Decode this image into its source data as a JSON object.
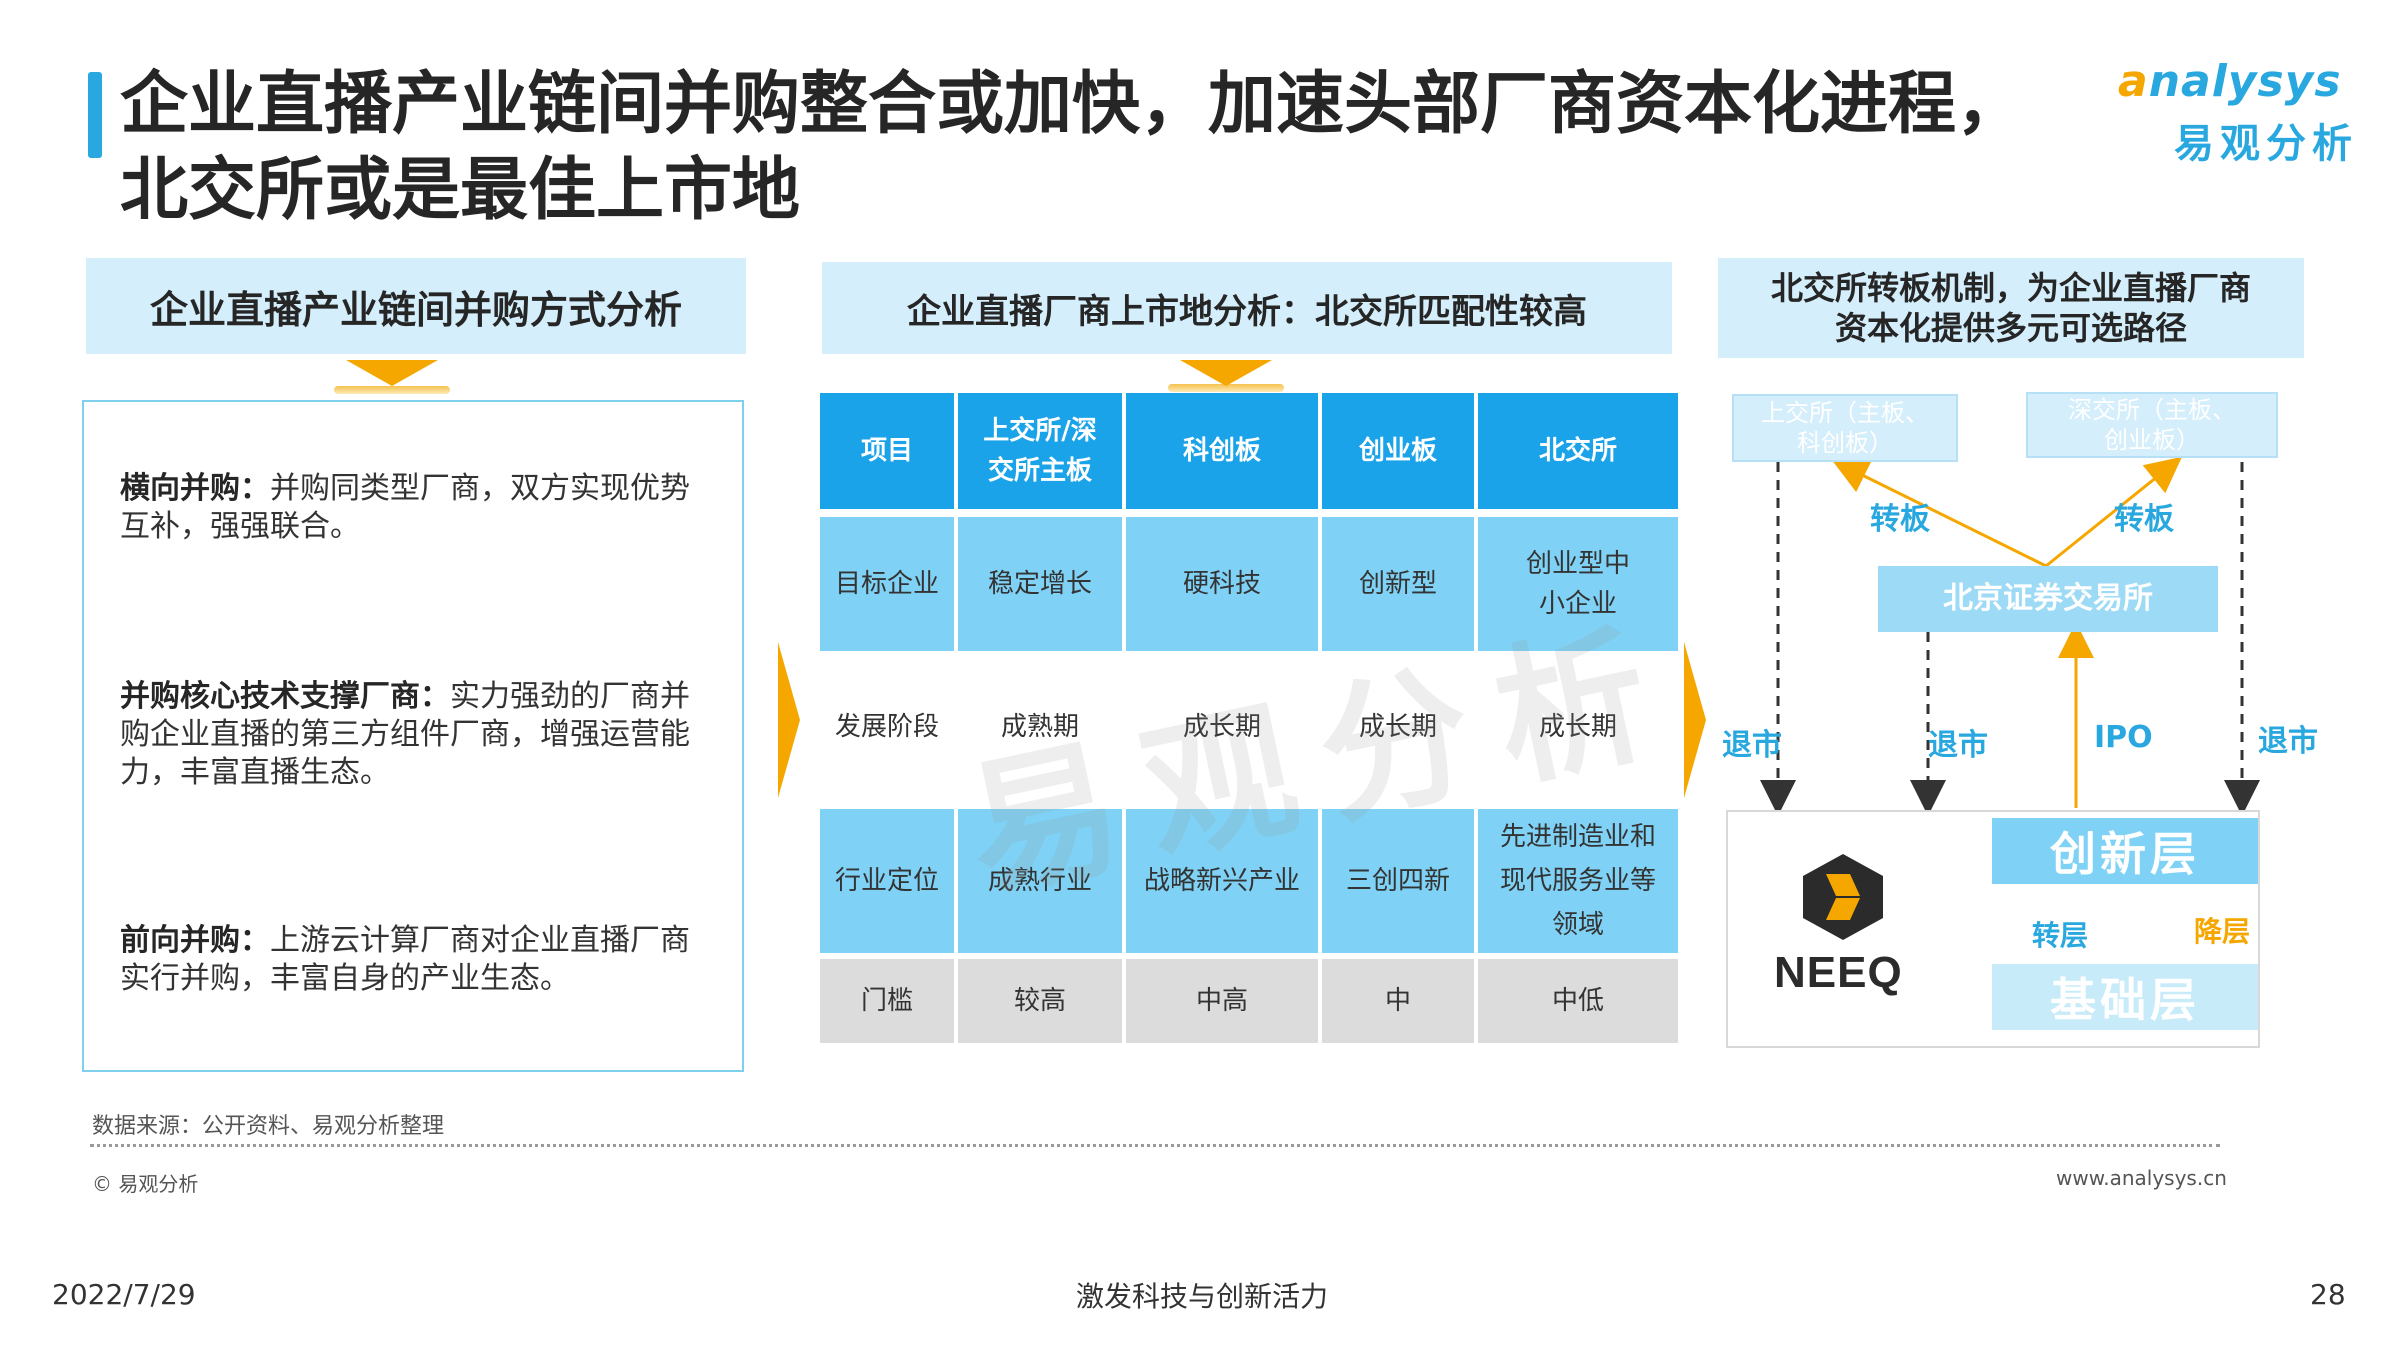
{
  "title": "企业直播产业链间并购整合或加快，加速头部厂商资本化进程，北交所或是最佳上市地",
  "logo": {
    "en_prefix": "a",
    "en_rest": "nalysys",
    "cn": "易观分析"
  },
  "sections": {
    "left_header": "企业直播产业链间并购方式分析",
    "mid_header": "企业直播厂商上市地分析：北交所匹配性较高",
    "right_header": "北交所转板机制，为企业直播厂商资本化提供多元可选路径"
  },
  "left_items": [
    {
      "label": "横向并购：",
      "text": "并购同类型厂商，双方实现优势互补，强强联合。"
    },
    {
      "label": "并购核心技术支撑厂商：",
      "text": "实力强劲的厂商并购企业直播的第三方组件厂商，增强运营能力，丰富直播生态。"
    },
    {
      "label": "前向并购：",
      "text": "上游云计算厂商对企业直播厂商实行并购，丰富自身的产业生态。"
    }
  ],
  "table": {
    "headers": [
      "项目",
      "上交所/深交所主板",
      "科创板",
      "创业板",
      "北交所"
    ],
    "rows": [
      [
        "目标企业",
        "稳定增长",
        "硬科技",
        "创新型",
        "创业型中小企业"
      ],
      [
        "发展阶段",
        "成熟期",
        "成长期",
        "成长期",
        "成长期"
      ],
      [
        "行业定位",
        "成熟行业",
        "战略新兴产业",
        "三创四新",
        "先进制造业和现代服务业等领域"
      ],
      [
        "门槛",
        "较高",
        "中高",
        "中",
        "中低"
      ]
    ]
  },
  "watermark": "易观分析",
  "right": {
    "sse": "上交所（主板、科创板）",
    "szse": "深交所（主板、创业板）",
    "transfer_left": "转板",
    "transfer_right": "转板",
    "bse": "北京证券交易所",
    "delist_1": "退市",
    "delist_2": "退市",
    "ipo": "IPO",
    "delist_3": "退市",
    "neeq": "NEEQ",
    "innovation_layer": "创新层",
    "base_layer": "基础层",
    "upgrade": "转层",
    "downgrade": "降层"
  },
  "colors": {
    "accent": "#29a8e0",
    "orange": "#f5a700",
    "header_blue": "#1aa3e8",
    "light_blue": "#7fd2f5"
  },
  "footer": {
    "source": "数据来源：公开资料、易观分析整理",
    "copyright": "© 易观分析",
    "website": "www.analysys.cn",
    "date": "2022/7/29",
    "slogan": "激发科技与创新活力",
    "page": "28"
  }
}
